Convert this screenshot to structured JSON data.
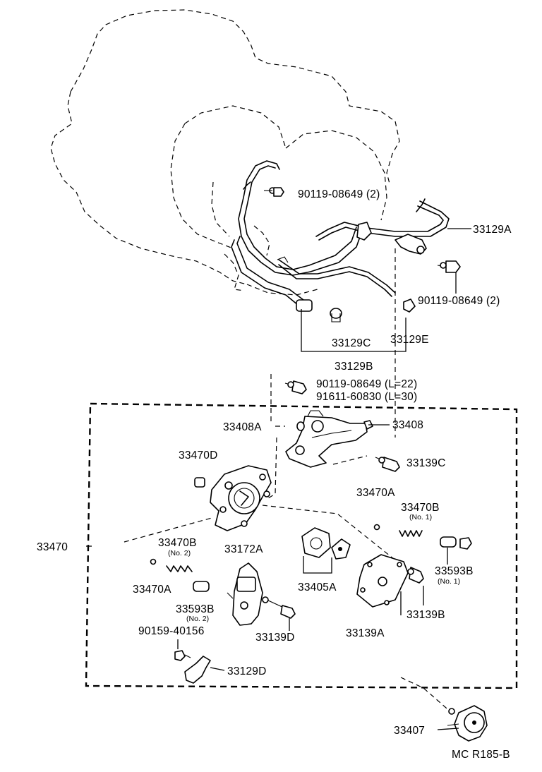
{
  "labels": {
    "p90119_08649_2_top": "90119-08649 (2)",
    "p33129A": "33129A",
    "p90119_08649_2_right": "90119-08649 (2)",
    "p33129C": "33129C",
    "p33129E": "33129E",
    "p33129B": "33129B",
    "p90119_08649_L22": "90119-08649 (L=22)",
    "p91611_60830_L30": "91611-60830 (L=30)",
    "p33408A": "33408A",
    "p33408": "33408",
    "p33470D": "33470D",
    "p33139C": "33139C",
    "p33470A_right": "33470A",
    "p33470B_right": "33470B",
    "p33470B_right_note": "(No. 1)",
    "p33470": "33470",
    "p33470B_left": "33470B",
    "p33470B_left_note": "(No. 2)",
    "p33172A": "33172A",
    "p33593B_right": "33593B",
    "p33593B_right_note": "(No. 1)",
    "p33405A": "33405A",
    "p33470A_left": "33470A",
    "p33593B_left": "33593B",
    "p33593B_left_note": "(No. 2)",
    "p33139B": "33139B",
    "p90159_40156": "90159-40156",
    "p33139D": "33139D",
    "p33139A": "33139A",
    "p33129D": "33129D",
    "p33407": "33407",
    "code": "MC R185-B"
  }
}
